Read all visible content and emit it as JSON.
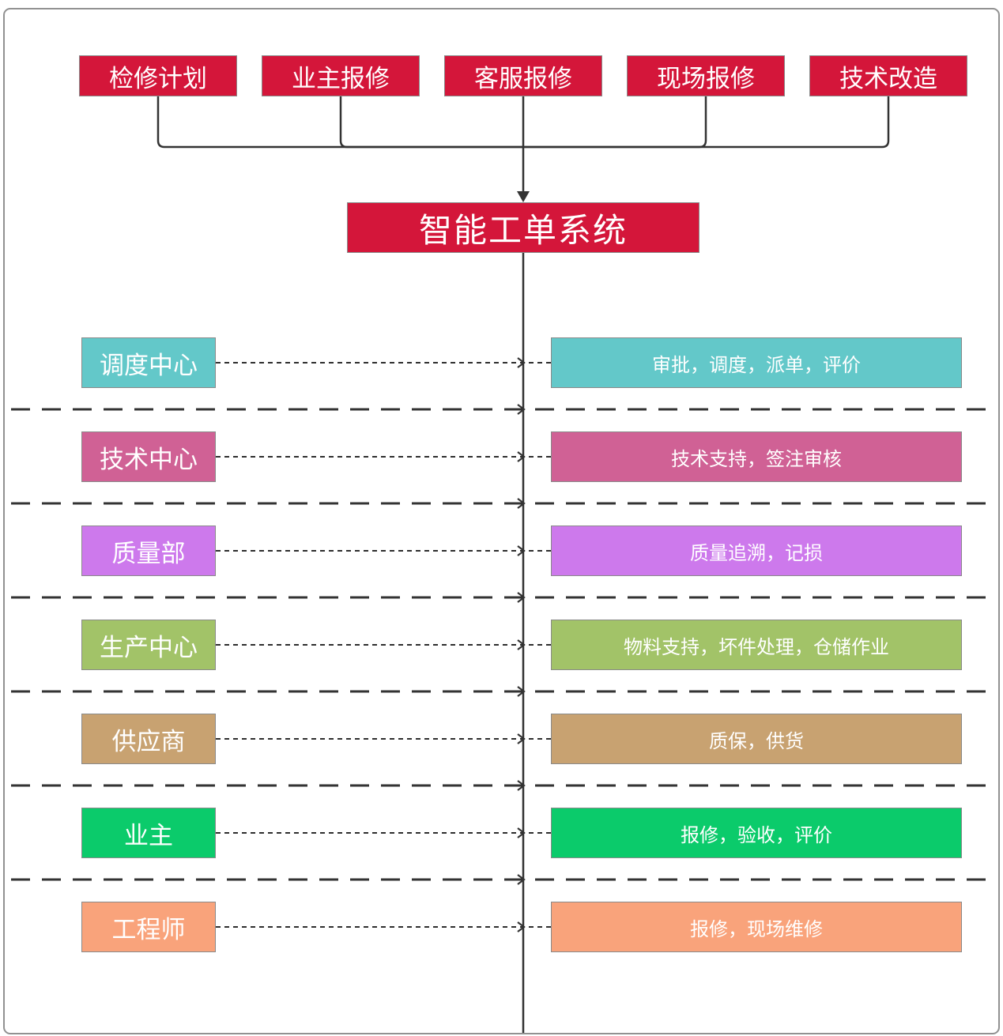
{
  "diagram_title": "智能工单系统",
  "palette": {
    "red": "#D4163A",
    "line_color": "#333333",
    "box_border": "#8A8A8A"
  },
  "top_sources": [
    {
      "label": "检修计划"
    },
    {
      "label": "业主报修"
    },
    {
      "label": "客服报修"
    },
    {
      "label": "现场报修"
    },
    {
      "label": "技术改造"
    }
  ],
  "system": {
    "label": "智能工单系统"
  },
  "lanes": [
    {
      "role": "调度中心",
      "functions": "审批，调度，派单，评价",
      "color": "#63C8C9"
    },
    {
      "role": "技术中心",
      "functions": "技术支持，签注审核",
      "color": "#D06195"
    },
    {
      "role": "质量部",
      "functions": "质量追溯，记损",
      "color": "#CD79EC"
    },
    {
      "role": "生产中心",
      "functions": "物料支持，坏件处理，仓储作业",
      "color": "#A2C368"
    },
    {
      "role": "供应商",
      "functions": "质保，供货",
      "color": "#C8A271"
    },
    {
      "role": "业主",
      "functions": "报修，验收，评价",
      "color": "#0BCB6B"
    },
    {
      "role": "工程师",
      "functions": "报修，现场维修",
      "color": "#F9A37B"
    }
  ]
}
